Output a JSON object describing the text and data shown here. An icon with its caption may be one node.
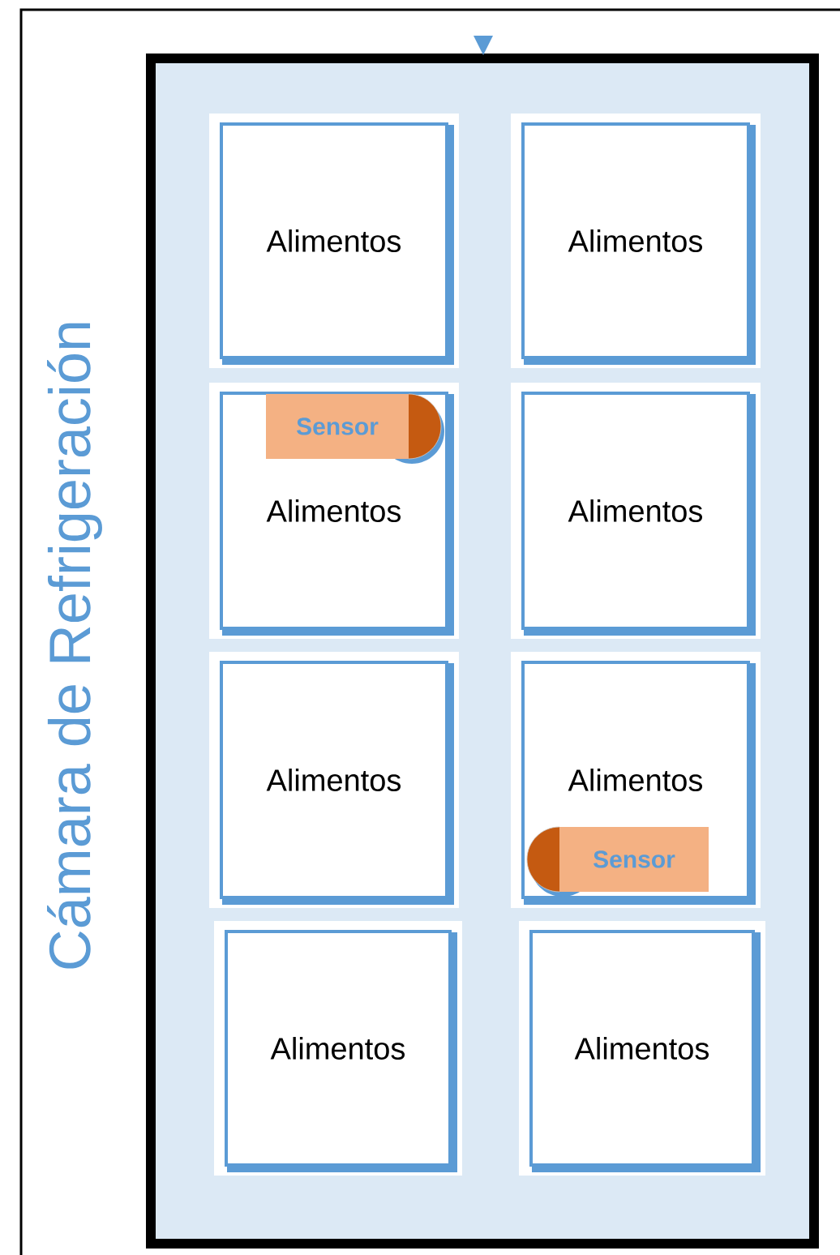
{
  "diagram": {
    "nodes": [
      {
        "text": [
          "Cámara de Refrigeración"
        ]
      },
      {
        "text": [
          "Alimentos"
        ],
        "in": 0
      },
      {
        "text": [
          "Alimentos"
        ],
        "in": 0
      },
      {
        "text": [
          "Alimentos"
        ],
        "in": 0
      },
      {
        "text": [
          "Alimentos"
        ],
        "in": 0
      },
      {
        "text": [
          "Alimentos"
        ],
        "in": 0
      },
      {
        "text": [
          "Alimentos"
        ],
        "in": 0
      },
      {
        "text": [
          "Alimentos"
        ],
        "in": 0
      },
      {
        "text": [
          "Alimentos"
        ],
        "in": 0
      },
      {
        "text": [
          "Sensor"
        ],
        "in": 3
      },
      {
        "text": [
          "Sensor"
        ],
        "in": 6
      }
    ]
  }
}
